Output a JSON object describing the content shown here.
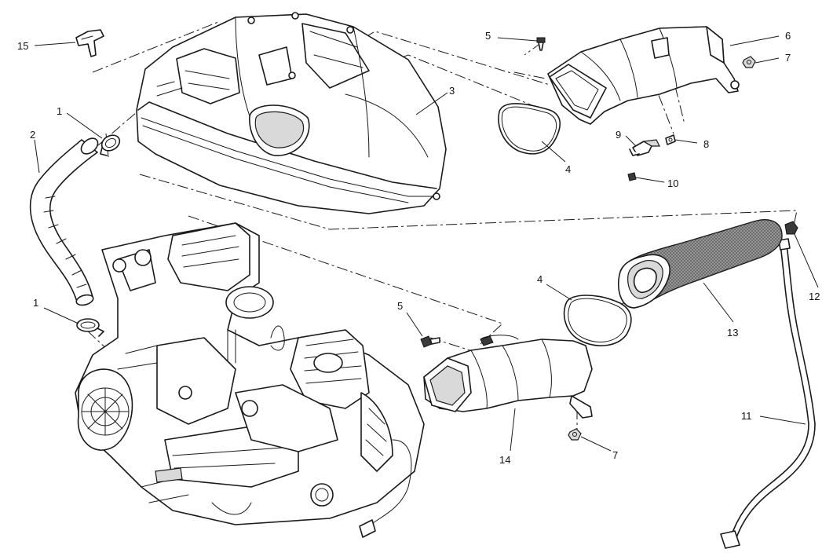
{
  "diagram": {
    "callouts": [
      {
        "id": "c15",
        "label": "15"
      },
      {
        "id": "c1a",
        "label": "1"
      },
      {
        "id": "c2",
        "label": "2"
      },
      {
        "id": "c1b",
        "label": "1"
      },
      {
        "id": "c3",
        "label": "3"
      },
      {
        "id": "c5a",
        "label": "5"
      },
      {
        "id": "c6",
        "label": "6"
      },
      {
        "id": "c7a",
        "label": "7"
      },
      {
        "id": "c4a",
        "label": "4"
      },
      {
        "id": "c9",
        "label": "9"
      },
      {
        "id": "c8",
        "label": "8"
      },
      {
        "id": "c10",
        "label": "10"
      },
      {
        "id": "c4b",
        "label": "4"
      },
      {
        "id": "c5b",
        "label": "5"
      },
      {
        "id": "c13",
        "label": "13"
      },
      {
        "id": "c12",
        "label": "12"
      },
      {
        "id": "c11",
        "label": "11"
      },
      {
        "id": "c14",
        "label": "14"
      },
      {
        "id": "c7b",
        "label": "7"
      }
    ]
  }
}
